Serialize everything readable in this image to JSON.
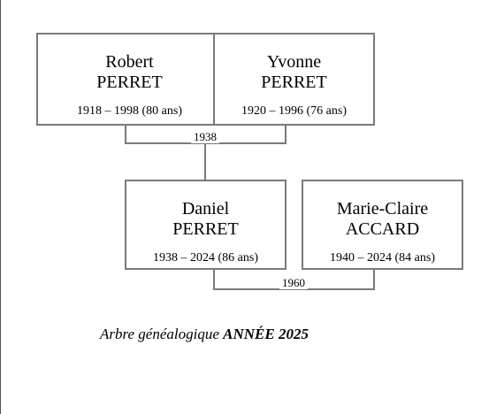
{
  "persons": {
    "robert": {
      "first_name": "Robert",
      "last_name": "PERRET",
      "dates": "1918 – 1998 (80 ans)"
    },
    "yvonne": {
      "first_name": "Yvonne",
      "last_name": "PERRET",
      "dates": "1920 – 1996 (76 ans)"
    },
    "daniel": {
      "first_name": "Daniel",
      "last_name": "PERRET",
      "dates": "1938 – 2024 (86 ans)"
    },
    "marie_claire": {
      "first_name": "Marie-Claire",
      "last_name": "ACCARD",
      "dates": "1940 – 2024 (84 ans)"
    }
  },
  "marriages": {
    "robert_yvonne": "1938",
    "daniel_marie_claire": "1960"
  },
  "caption": {
    "prefix": "Arbre généalogique ",
    "emphasis": "ANNÉE 2025"
  },
  "colors": {
    "box_border": "#7a7a7a",
    "connector": "#7a7a7a"
  }
}
